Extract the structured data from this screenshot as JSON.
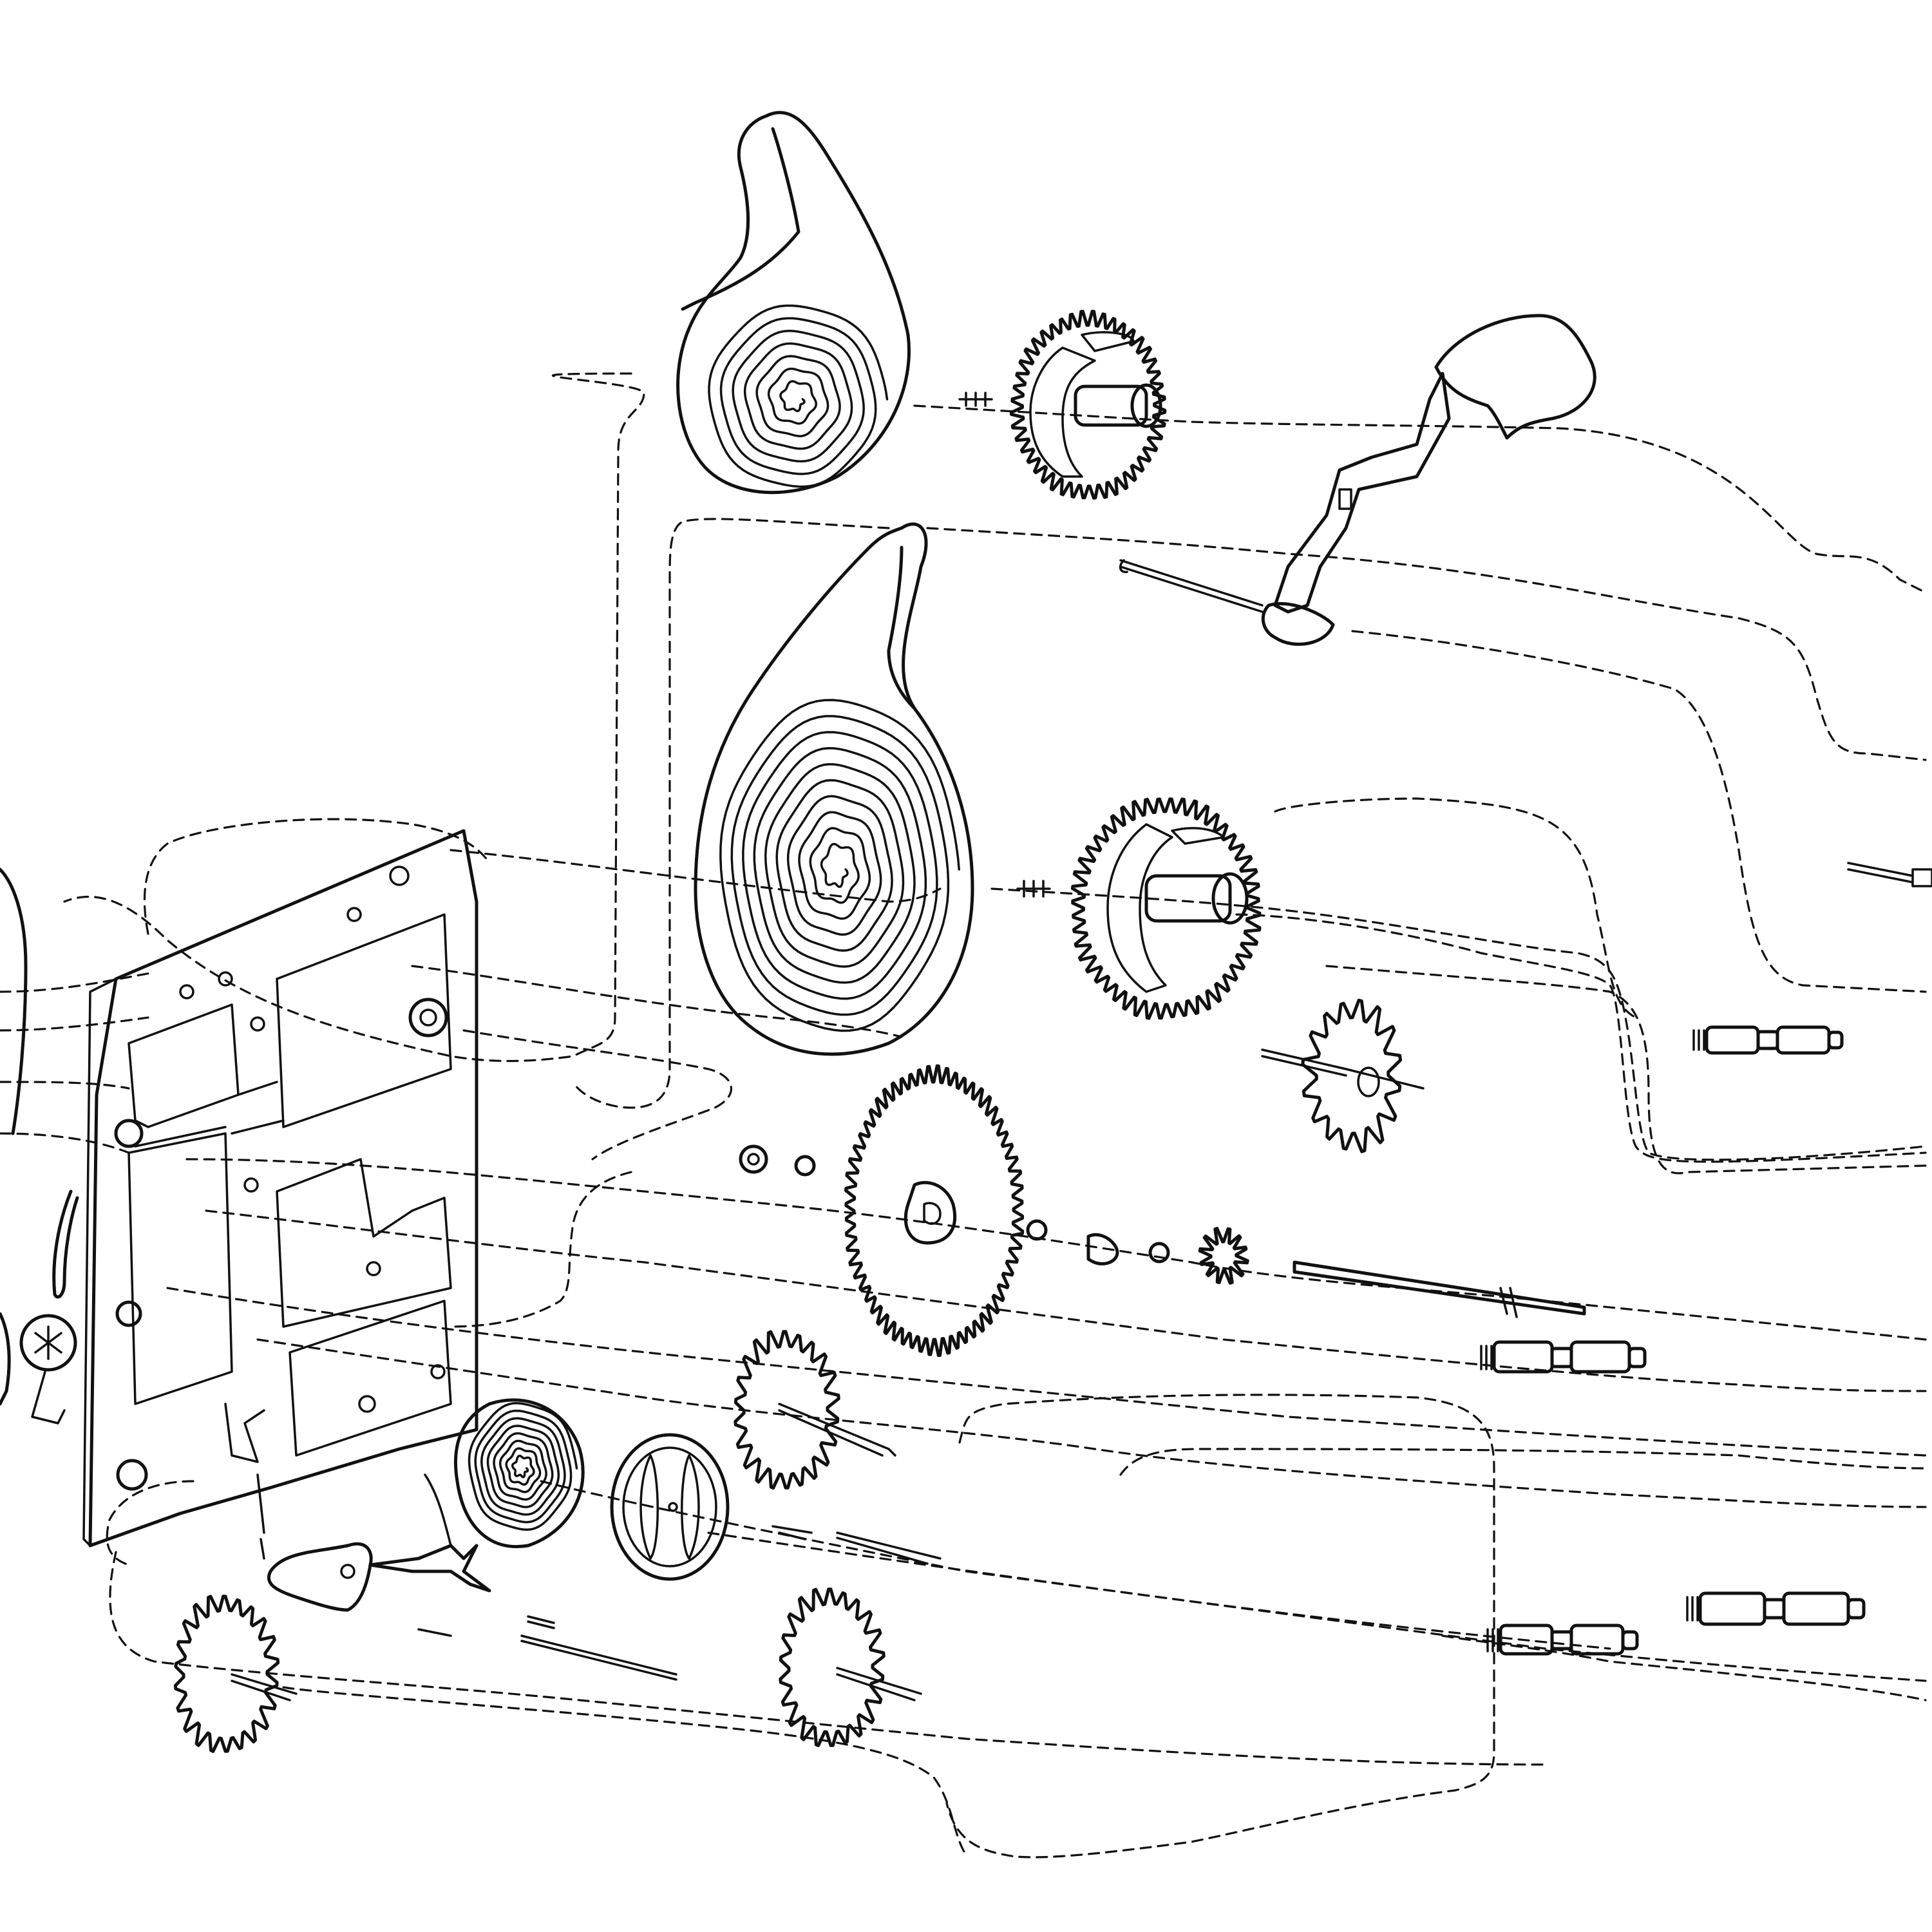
{
  "colors": {
    "ink": "#111111",
    "paper": "#ffffff"
  },
  "parts": [
    {
      "name": "small-mainspring"
    },
    {
      "name": "small-barrel-gear"
    },
    {
      "name": "winding-lever"
    },
    {
      "name": "large-mainspring"
    },
    {
      "name": "large-barrel-gear"
    },
    {
      "name": "movement-plate"
    },
    {
      "name": "great-wheel"
    },
    {
      "name": "escape-wheel"
    },
    {
      "name": "hairspring"
    },
    {
      "name": "balance-wheel"
    },
    {
      "name": "pivot-arbors"
    }
  ]
}
